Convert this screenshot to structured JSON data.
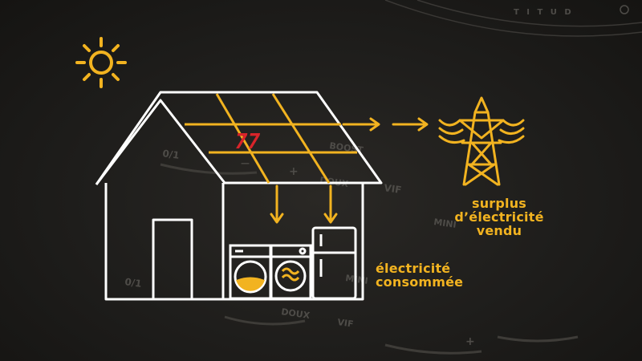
{
  "scene": {
    "bg_color": "#1c1b19",
    "accent_color": "#f2b320",
    "line_color": "#ffffff",
    "display_digits_color": "#d8242a",
    "panel_text_color": "#5a5853",
    "panel_labels": {
      "top_right": "T I T U D",
      "boost": "BOOST",
      "zero_one_a": "0/1",
      "minus_a": "—",
      "plus_a": "+",
      "doux_a": "DOUX",
      "vif_a": "VIF",
      "mini_a": "MINI",
      "zero_one_b": "0/1",
      "doux_b": "DOUX",
      "vif_b": "VIF",
      "mini_b": "MINI",
      "plus_b": "+"
    }
  },
  "labels": {
    "surplus_line1": "surplus",
    "surplus_line2": "d’électricité",
    "surplus_line3": "vendu",
    "consumed_line1": "électricité",
    "consumed_line2": "consommée"
  },
  "icons": {
    "sun": "sun-icon",
    "house": "house-icon",
    "solar_panel": "solar-panel-icon",
    "pylon": "power-pylon-icon",
    "washing_machine": "washing-machine-icon",
    "dryer": "dryer-icon",
    "fridge": "fridge-icon",
    "arrow": "arrow-icon"
  }
}
